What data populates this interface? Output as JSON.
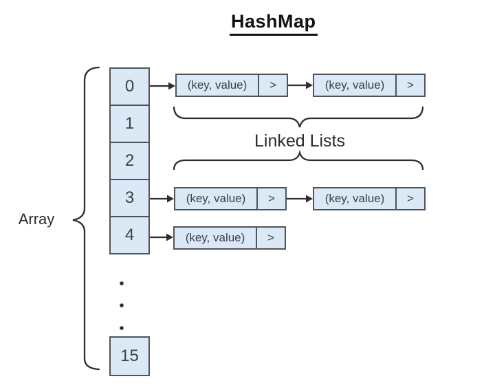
{
  "title": "HashMap",
  "array": {
    "label": "Array",
    "cells": [
      "0",
      "1",
      "2",
      "3",
      "4",
      "15"
    ],
    "ellipsis_dots": 3
  },
  "linked_lists": {
    "label": "Linked Lists",
    "rows": [
      {
        "bucket": "0",
        "nodes": [
          {
            "value": "(key, value)",
            "pointer": ">"
          },
          {
            "value": "(key, value)",
            "pointer": ">"
          }
        ]
      },
      {
        "bucket": "3",
        "nodes": [
          {
            "value": "(key, value)",
            "pointer": ">"
          },
          {
            "value": "(key, value)",
            "pointer": ">"
          }
        ]
      },
      {
        "bucket": "4",
        "nodes": [
          {
            "value": "(key, value)",
            "pointer": ">"
          }
        ]
      }
    ]
  },
  "colors": {
    "box_fill": "#dbe8f5",
    "box_border": "#4d545c",
    "line": "#2e2e2e",
    "text": "#3a414c",
    "title_text": "#111111"
  }
}
